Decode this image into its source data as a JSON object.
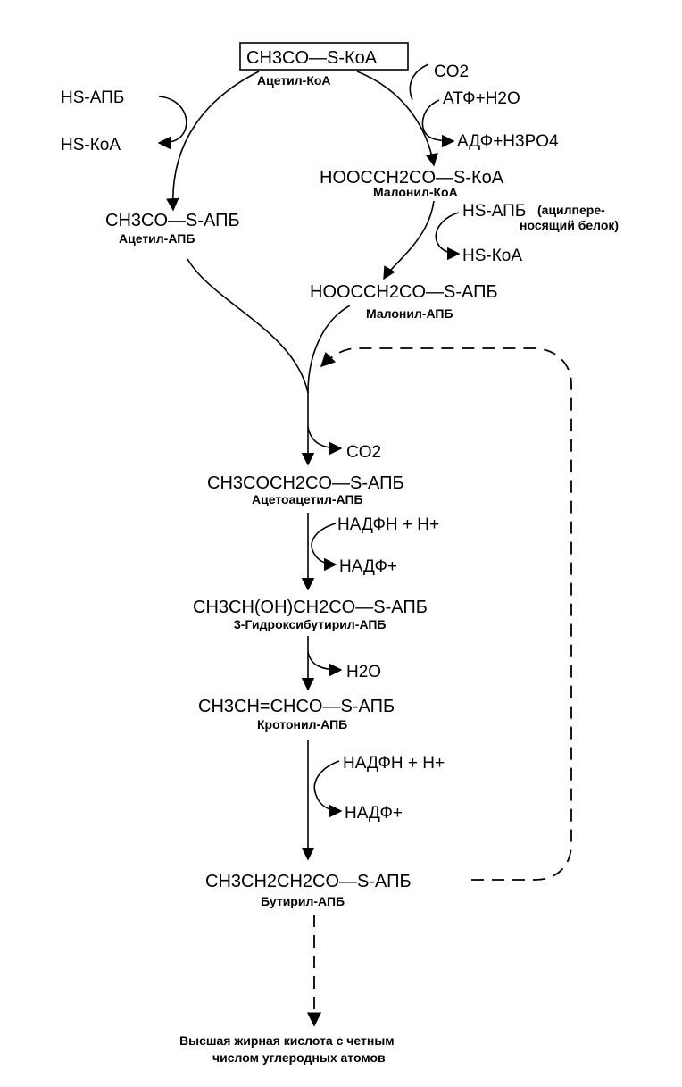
{
  "compounds": {
    "acetyl_coa": {
      "formula": "CH3CO—S-КoA",
      "name": "Ацетил-КoA"
    },
    "acetyl_acp": {
      "formula": "CH3CO—S-АПБ",
      "name": "Ацетил-АПБ"
    },
    "malonyl_coa": {
      "formula": "HOOCCH2CO—S-КoA",
      "name": "Малонил-КоA"
    },
    "malonyl_acp": {
      "formula": "HOOCCH2CO—S-АПБ",
      "name": "Малонил-АПБ"
    },
    "acetoacetyl_acp": {
      "formula": "CH3COCH2CO—S-АПБ",
      "name": "Ацетоацетил-АПБ"
    },
    "hydroxybutyryl_acp": {
      "formula": "CH3CH(OH)CH2CO—S-АПБ",
      "name": "3-Гидроксибутирил-АПБ"
    },
    "crotonyl_acp": {
      "formula": "CH3CH=CHCO—S-АПБ",
      "name": "Кротонил-АПБ"
    },
    "butyryl_acp": {
      "formula": "CH3CH2CH2CO—S-АПБ",
      "name": "Бутирил-АПБ"
    }
  },
  "side": {
    "hs_acp_in": "HS-АПБ",
    "hs_coa_out": "HS-КoA",
    "co2_in": "CO2",
    "atp_h2o": "АТФ+H2O",
    "adp_h3po4": "АДФ+H3PO4",
    "hs_acp_2": "HS-АПБ",
    "acp_note_1": "(ацилпере-",
    "acp_note_2": "носящий белок)",
    "hs_coa_2": "HS-КoA",
    "co2_out": "CO2",
    "nadph_1": "НАДФH + H+",
    "nadp_1": "НАДФ+",
    "h2o": "H2O",
    "nadph_2": "НАДФH + H+",
    "nadp_2": "НАДФ+"
  },
  "final": {
    "line1": "Высшая жирная кислота с четным",
    "line2": "числом углеродных атомов"
  }
}
